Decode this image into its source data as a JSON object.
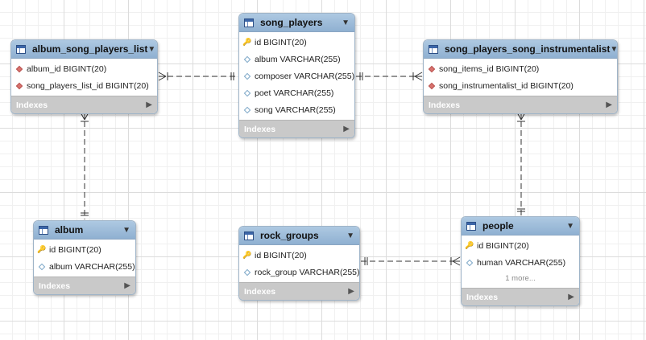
{
  "tables": [
    {
      "id": "album_song_players_list",
      "name": "album_song_players_list",
      "columns": [
        {
          "text": "album_id BIGINT(20)",
          "icon": "fk-icon"
        },
        {
          "text": "song_players_list_id BIGINT(20)",
          "icon": "fk-icon"
        }
      ],
      "indexes_label": "Indexes"
    },
    {
      "id": "song_players",
      "name": "song_players",
      "columns": [
        {
          "text": "id BIGINT(20)",
          "icon": "primary-key-icon"
        },
        {
          "text": "album VARCHAR(255)",
          "icon": "column-icon"
        },
        {
          "text": "composer VARCHAR(255)",
          "icon": "column-icon"
        },
        {
          "text": "poet VARCHAR(255)",
          "icon": "column-icon"
        },
        {
          "text": "song VARCHAR(255)",
          "icon": "column-icon"
        }
      ],
      "indexes_label": "Indexes"
    },
    {
      "id": "song_players_song_instrumentalist",
      "name": "song_players_song_instrumentalist",
      "columns": [
        {
          "text": "song_items_id BIGINT(20)",
          "icon": "fk-icon"
        },
        {
          "text": "song_instrumentalist_id BIGINT(20)",
          "icon": "fk-icon"
        }
      ],
      "indexes_label": "Indexes"
    },
    {
      "id": "album",
      "name": "album",
      "columns": [
        {
          "text": "id BIGINT(20)",
          "icon": "primary-key-icon"
        },
        {
          "text": "album VARCHAR(255)",
          "icon": "column-icon"
        }
      ],
      "indexes_label": "Indexes"
    },
    {
      "id": "rock_groups",
      "name": "rock_groups",
      "columns": [
        {
          "text": "id BIGINT(20)",
          "icon": "primary-key-icon"
        },
        {
          "text": "rock_group VARCHAR(255)",
          "icon": "column-icon"
        }
      ],
      "indexes_label": "Indexes"
    },
    {
      "id": "people",
      "name": "people",
      "columns": [
        {
          "text": "id BIGINT(20)",
          "icon": "primary-key-icon"
        },
        {
          "text": "human VARCHAR(255)",
          "icon": "column-icon"
        }
      ],
      "more_label": "1 more...",
      "indexes_label": "Indexes"
    }
  ],
  "relationships": [
    {
      "from": "album_song_players_list",
      "to": "song_players",
      "from_end": "many",
      "to_end": "one"
    },
    {
      "from": "song_players",
      "to": "song_players_song_instrumentalist",
      "from_end": "one",
      "to_end": "many"
    },
    {
      "from": "album_song_players_list",
      "to": "album",
      "from_end": "many",
      "to_end": "one"
    },
    {
      "from": "song_players_song_instrumentalist",
      "to": "people",
      "from_end": "many",
      "to_end": "one"
    },
    {
      "from": "rock_groups",
      "to": "people",
      "from_end": "one",
      "to_end": "many"
    }
  ],
  "colors": {
    "header": "#9bbad8",
    "indexes_bar": "#c9c9c9",
    "connector": "#333333"
  }
}
